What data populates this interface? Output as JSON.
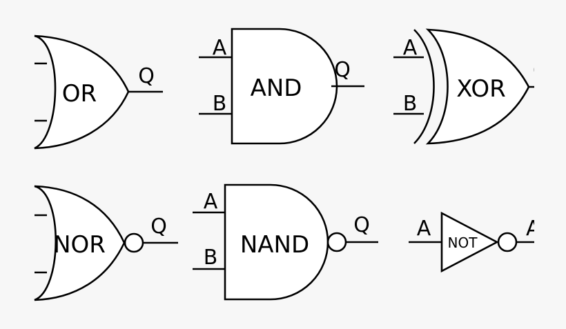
{
  "colors": {
    "background": "#f7f7f7",
    "stroke": "#000000",
    "fill": "#ffffff"
  },
  "gates": {
    "or": {
      "name": "OR",
      "output": "Q"
    },
    "and": {
      "name": "AND",
      "input_a": "A",
      "input_b": "B",
      "output": "Q"
    },
    "xor": {
      "name": "XOR",
      "input_a": "A",
      "input_b": "B",
      "output": "Q"
    },
    "nor": {
      "name": "NOR",
      "output": "Q"
    },
    "nand": {
      "name": "NAND",
      "input_a": "A",
      "input_b": "B",
      "output": "Q"
    },
    "not": {
      "name": "NOT",
      "input_a": "A",
      "output": "A"
    }
  }
}
